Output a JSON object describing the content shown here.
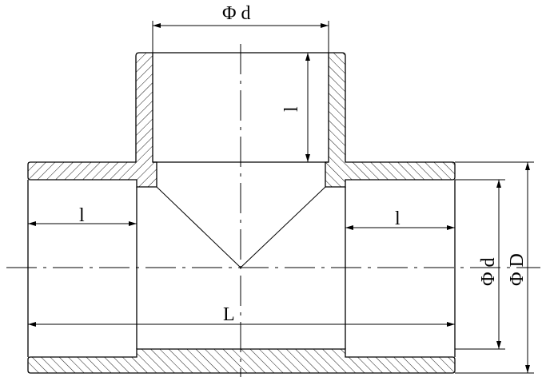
{
  "drawing": {
    "title": "Equal tee (socket fitting) cross-section",
    "labels": {
      "top_diameter": "Φ d",
      "top_socket_depth": "l",
      "left_socket_depth": "l",
      "right_socket_depth": "l",
      "overall_length": "L",
      "run_inner_diameter": "Φ d",
      "run_outer_diameter": "Φ D"
    },
    "colors": {
      "line": "#000000",
      "background": "#ffffff"
    }
  }
}
